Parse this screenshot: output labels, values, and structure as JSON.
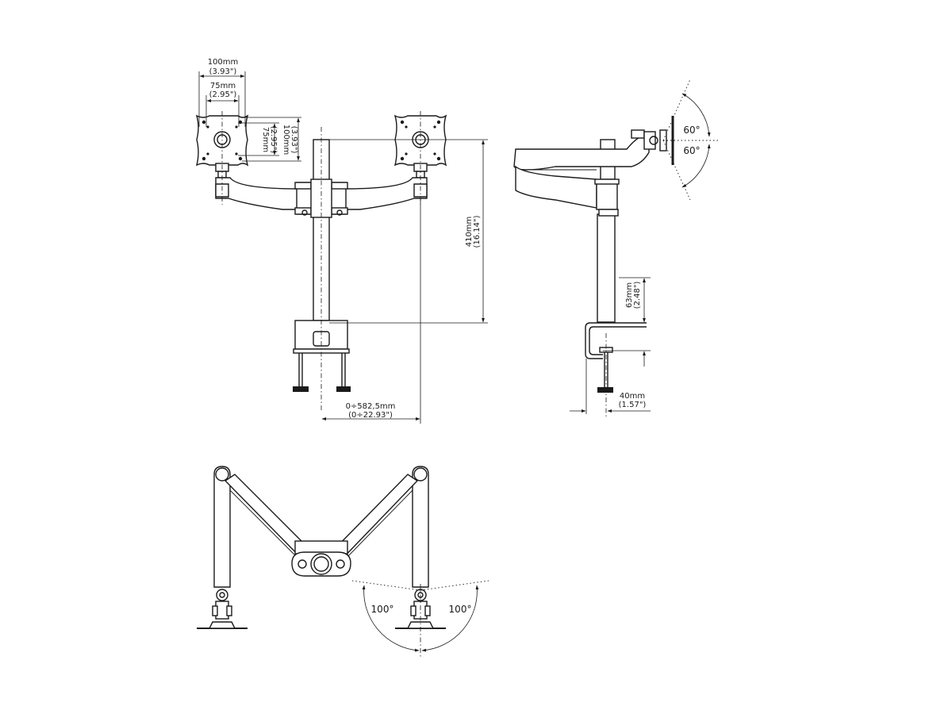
{
  "labels": {
    "vesa_outer_mm": "100mm",
    "vesa_outer_in": "(3.93\")",
    "vesa_inner_mm": "75mm",
    "vesa_inner_in": "(2.95\")",
    "vesa_v_inner_mm": "75mm",
    "vesa_v_inner_in": "(2.95\")",
    "vesa_v_outer_mm": "100mm",
    "vesa_v_outer_in": "(3.93\")",
    "height_mm": "410mm",
    "height_in": "(16.14\")",
    "reach_mm": "0÷582,5mm",
    "reach_in": "(0÷22.93\")",
    "clamp_mm": "63mm",
    "clamp_in": "(2.48\")",
    "clamp_depth_mm": "40mm",
    "clamp_depth_in": "(1.57\")",
    "tilt_up": "60°",
    "tilt_down": "60°",
    "swivel_left": "100°",
    "swivel_right": "100°"
  }
}
